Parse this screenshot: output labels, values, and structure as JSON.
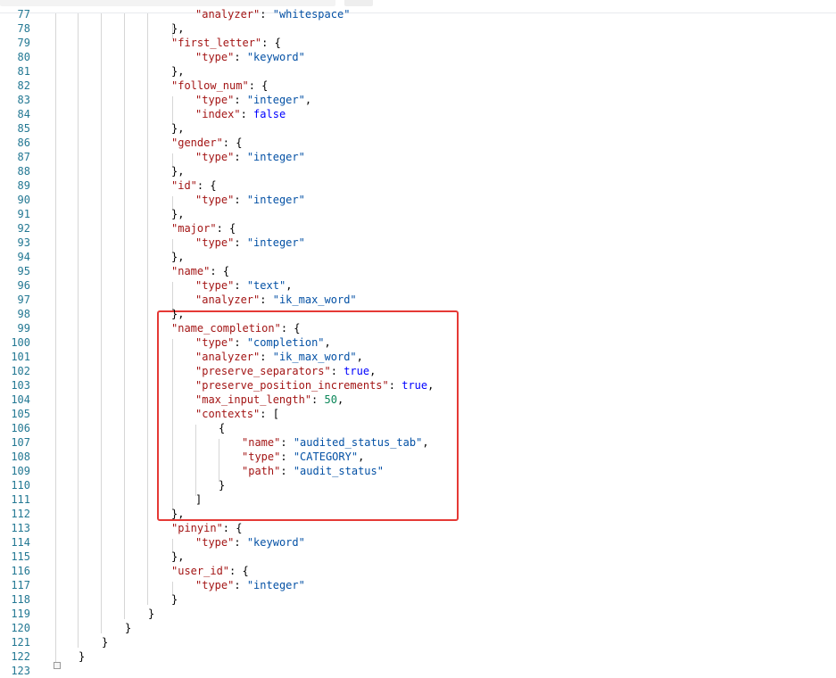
{
  "colors": {
    "line_number": "#237893",
    "key": "#a31515",
    "string": "#0451a5",
    "number": "#098658",
    "keyword": "#0000ff",
    "highlight_border": "#e53935"
  },
  "lines": [
    {
      "n": "77",
      "text": "\"analyzer\": \"whitespace\""
    },
    {
      "n": "78",
      "text": "},"
    },
    {
      "n": "79",
      "text": "\"first_letter\": {"
    },
    {
      "n": "80",
      "text": "\"type\": \"keyword\""
    },
    {
      "n": "81",
      "text": "},"
    },
    {
      "n": "82",
      "text": "\"follow_num\": {"
    },
    {
      "n": "83",
      "text": "\"type\": \"integer\","
    },
    {
      "n": "84",
      "text": "\"index\": false"
    },
    {
      "n": "85",
      "text": "},"
    },
    {
      "n": "86",
      "text": "\"gender\": {"
    },
    {
      "n": "87",
      "text": "\"type\": \"integer\""
    },
    {
      "n": "88",
      "text": "},"
    },
    {
      "n": "89",
      "text": "\"id\": {"
    },
    {
      "n": "90",
      "text": "\"type\": \"integer\""
    },
    {
      "n": "91",
      "text": "},"
    },
    {
      "n": "92",
      "text": "\"major\": {"
    },
    {
      "n": "93",
      "text": "\"type\": \"integer\""
    },
    {
      "n": "94",
      "text": "},"
    },
    {
      "n": "95",
      "text": "\"name\": {"
    },
    {
      "n": "96",
      "text": "\"type\": \"text\","
    },
    {
      "n": "97",
      "text": "\"analyzer\": \"ik_max_word\""
    },
    {
      "n": "98",
      "text": "},"
    },
    {
      "n": "99",
      "text": "\"name_completion\": {"
    },
    {
      "n": "100",
      "text": "\"type\": \"completion\","
    },
    {
      "n": "101",
      "text": "\"analyzer\": \"ik_max_word\","
    },
    {
      "n": "102",
      "text": "\"preserve_separators\": true,"
    },
    {
      "n": "103",
      "text": "\"preserve_position_increments\": true,"
    },
    {
      "n": "104",
      "text": "\"max_input_length\": 50,"
    },
    {
      "n": "105",
      "text": "\"contexts\": ["
    },
    {
      "n": "106",
      "text": "{"
    },
    {
      "n": "107",
      "text": "\"name\": \"audited_status_tab\","
    },
    {
      "n": "108",
      "text": "\"type\": \"CATEGORY\","
    },
    {
      "n": "109",
      "text": "\"path\": \"audit_status\""
    },
    {
      "n": "110",
      "text": "}"
    },
    {
      "n": "111",
      "text": "]"
    },
    {
      "n": "112",
      "text": "},"
    },
    {
      "n": "113",
      "text": "\"pinyin\": {"
    },
    {
      "n": "114",
      "text": "\"type\": \"keyword\""
    },
    {
      "n": "115",
      "text": "},"
    },
    {
      "n": "116",
      "text": "\"user_id\": {"
    },
    {
      "n": "117",
      "text": "\"type\": \"integer\""
    },
    {
      "n": "118",
      "text": "}"
    },
    {
      "n": "119",
      "text": "}"
    },
    {
      "n": "120",
      "text": "}"
    },
    {
      "n": "121",
      "text": "}"
    },
    {
      "n": "122",
      "text": "}"
    },
    {
      "n": "123",
      "text": ""
    }
  ]
}
